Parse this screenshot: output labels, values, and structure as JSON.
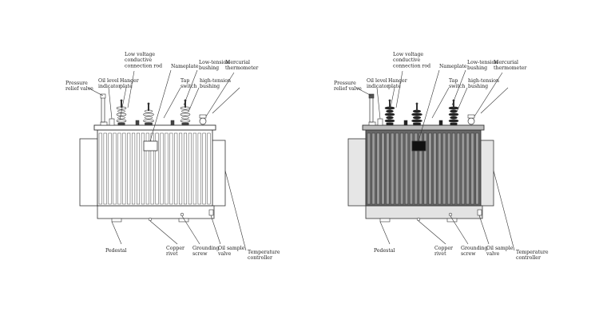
{
  "diagrams": [
    {
      "variant": "outline",
      "colors": {
        "tank": "#ffffff",
        "fins": "#ffffff",
        "fins_back": "#ffffff",
        "stroke": "#333333",
        "bushing": "#444444",
        "nameplate": "#ffffff",
        "side": "#ffffff"
      },
      "labels": {
        "pressure_relief_valve": [
          "Pressure",
          "relief valve"
        ],
        "oil_level_indicator": [
          "Oil level",
          "indicator"
        ],
        "low_voltage_rod": [
          "Low voltage",
          "conductive",
          "connection rod"
        ],
        "hanger_plate": [
          "Hanger",
          "plate"
        ],
        "nameplate": [
          "Nameplate"
        ],
        "tap_switch": [
          "Tap",
          "switch"
        ],
        "low_tension_bushing": [
          "Low-tension",
          "bushing"
        ],
        "high_tension_bushing": [
          "high-tension",
          "bushing"
        ],
        "mercurial_thermometer": [
          "Mercurial",
          "thermometer"
        ],
        "pedestal": [
          "Pedestal"
        ],
        "copper_rivet": [
          "Copper",
          "rivet"
        ],
        "grounding_screw": [
          "Grounding",
          "screw"
        ],
        "oil_sample_valve": [
          "Oil sample",
          "valve"
        ],
        "temperature_controller": [
          "Temperature",
          "controller"
        ]
      }
    },
    {
      "variant": "shaded",
      "colors": {
        "tank": "#e3e3e3",
        "fins": "#9a9a9a",
        "fins_back": "#666666",
        "stroke": "#333333",
        "bushing": "#222222",
        "nameplate": "#111111",
        "side": "#e6e6e6"
      },
      "labels": {
        "pressure_relief_valve": [
          "Pressure",
          "relief valve"
        ],
        "oil_level_indicator": [
          "Oil level",
          "indicator"
        ],
        "low_voltage_rod": [
          "Low voltage",
          "conductive",
          "connection rod"
        ],
        "hanger_plate": [
          "Hanger",
          "plate"
        ],
        "nameplate": [
          "Nameplate"
        ],
        "tap_switch": [
          "Tap",
          "switch"
        ],
        "low_tension_bushing": [
          "Low-tension",
          "bushing"
        ],
        "high_tension_bushing": [
          "high-tension",
          "bushing"
        ],
        "mercurial_thermometer": [
          "Mercurial",
          "thermometer"
        ],
        "pedestal": [
          "Pedestal"
        ],
        "copper_rivet": [
          "Copper",
          "rivet"
        ],
        "grounding_screw": [
          "Grounding",
          "screw"
        ],
        "oil_sample_valve": [
          "Oil sample",
          "valve"
        ],
        "temperature_controller": [
          "Temperature",
          "controller"
        ]
      }
    }
  ]
}
